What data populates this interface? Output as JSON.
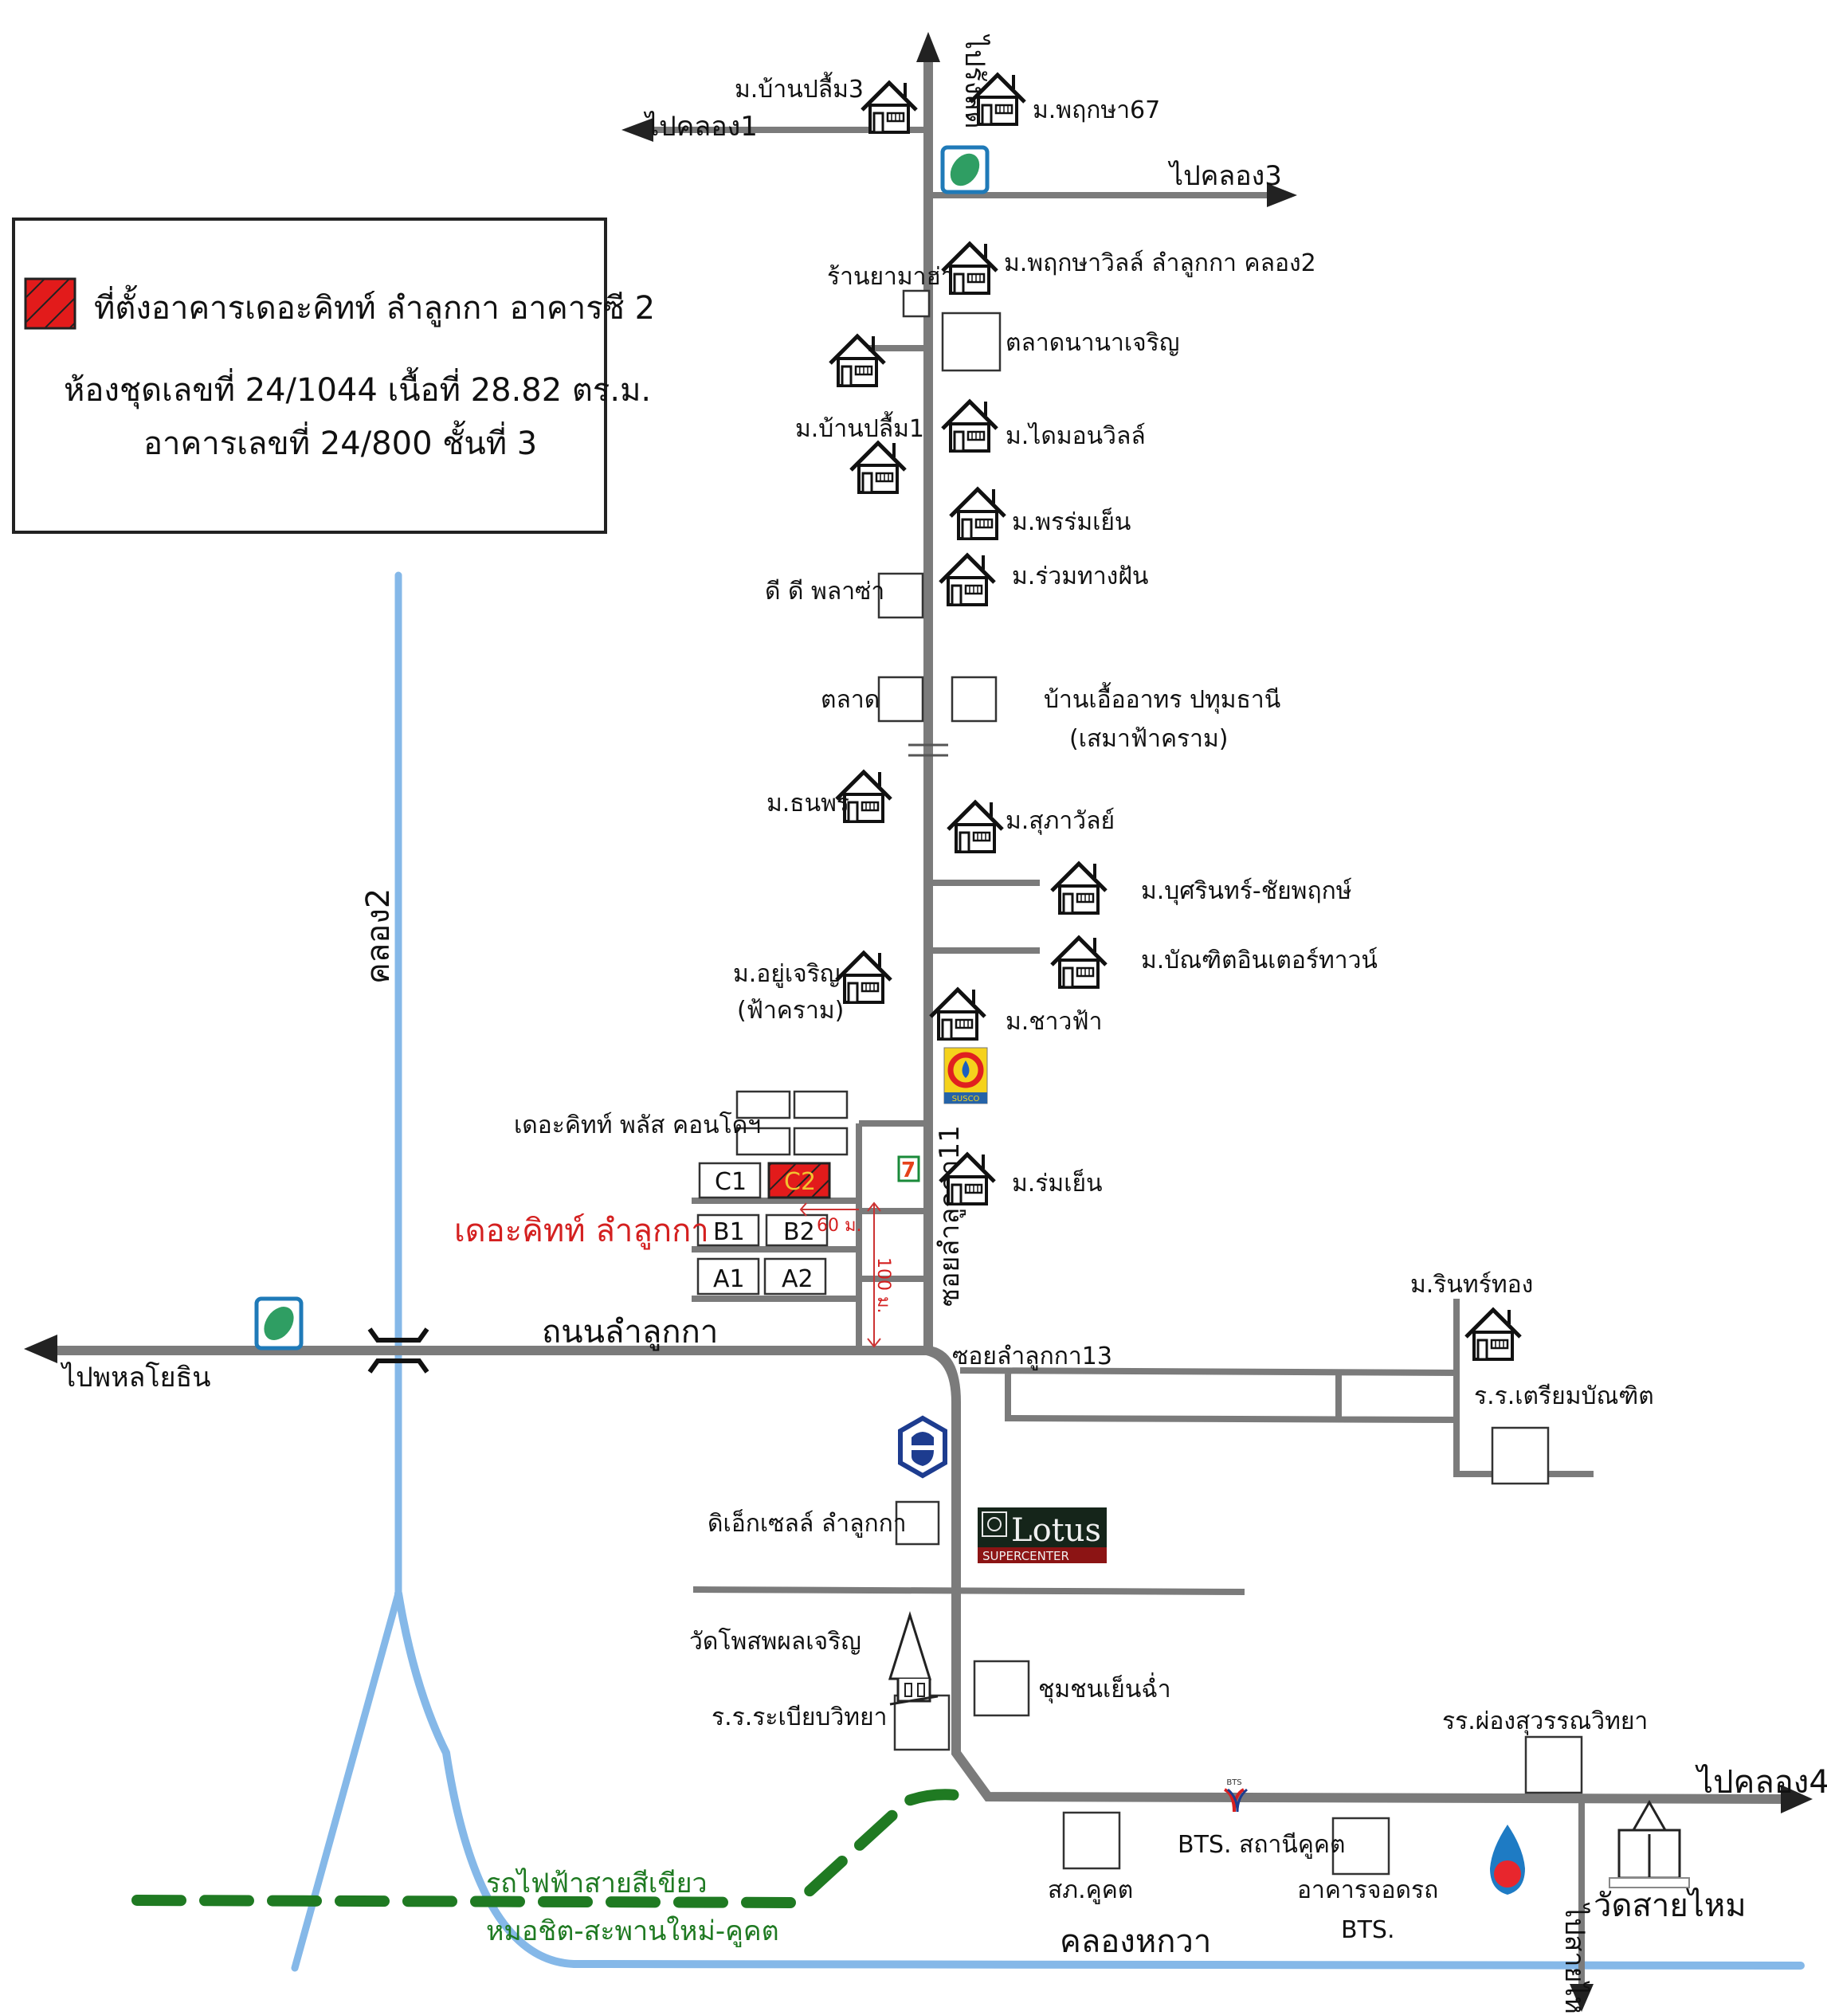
{
  "legend": {
    "marker_color": "#e21b1b",
    "title": "ที่ตั้งอาคารเดอะคิทท์ ลำลูกกา อาคารซี 2",
    "line2": "ห้องชุดเลขที่ 24/1044    เนื้อที่ 28.82 ตร.ม.",
    "line3": "อาคารเลขที่ 24/800   ชั้นที่ 3"
  },
  "directions": {
    "north": "ไปรังสิต",
    "khlong1": "ไปคลอง1",
    "khlong3": "ไปคลอง3",
    "phahon": "ไปพหลโยธิน",
    "khlong4": "ไปคลอง4",
    "saimai": "ไปสายไหม"
  },
  "roads": {
    "lamlukka": "ถนนลำลูกกา",
    "soi11": "ซอยลำลูกกา11",
    "soi13": "ซอยลำลูกกา13"
  },
  "water": {
    "khlong2": "คลอง2",
    "khlong_hok_wa": "คลองหกวา"
  },
  "train": {
    "line1": "รถไฟฟ้าสายสีเขียว",
    "line2": "หมอชิต-สะพานใหม่-คูคต",
    "color": "#1f7a22"
  },
  "places": {
    "ban_plem3": "ม.บ้านปลื้ม3",
    "pruksa67": "ม.พฤกษา67",
    "pruksa_ville": "ม.พฤกษาวิลล์ ลำลูกกา คลอง2",
    "mahar_pharmacy": "ร้านยามาฮ่า",
    "nana_market": "ตลาดนานาเจริญ",
    "ban_plem1": "ม.บ้านปลื้ม1",
    "diamond_ville": "ม.ไดมอนวิลล์",
    "pornromyen": "ม.พรร่มเย็น",
    "ruamtangfan": "ม.ร่วมทางฝัน",
    "dd_plaza": "ดี ดี พลาซ่า",
    "market": "ตลาด",
    "ban_uea_athon": "บ้านเอื้ออาทร ปทุมธานี",
    "ban_uea_athon_sub": "(เสมาฟ้าคราม)",
    "thanaporn": "ม.ธนพร",
    "supawan": "ม.สุภาวัลย์",
    "busarin": "ม.บุศรินทร์-ชัยพฤกษ์",
    "bundit_intertown": "ม.บัณฑิตอินเตอร์ทาวน์",
    "yoocharoen": "ม.อยู่เจริญ",
    "yoocharoen_sub": "(ฟ้าคราม)",
    "chaofa": "ม.ชาวฟ้า",
    "romyen": "ม.ร่มเย็น",
    "kith_plus": "เดอะคิทท์ พลัส คอนโดฯ",
    "kith_lamlukka": "เดอะคิทท์ ลำลูกกา",
    "rinthong": "ม.รินทร์ทอง",
    "triam_bundit": "ร.ร.เตรียมบัณฑิต",
    "big_c": "ดิเอ็กเซลล์ ลำลูกกา",
    "wat_phot": "วัดโพสพผลเจริญ",
    "rabiab_school": "ร.ร.ระเบียบวิทยา",
    "yennam": "ชุมชนเย็นฉ่ำ",
    "phongsuwan": "รร.ผ่องสุวรรณวิทยา",
    "police": "สภ.คูคต",
    "bts_station": "BTS. สถานีคูคต",
    "bts_parking": "อาคารจอดรถ",
    "bts_parking_sub": "BTS.",
    "wat_saimai": "วัดสายไหม"
  },
  "buildings": {
    "c1": "C1",
    "c2": "C2",
    "b1": "B1",
    "b2": "B2",
    "a1": "A1",
    "a2": "A2"
  },
  "distances": {
    "width": "60 ม.",
    "depth": "100 ม."
  },
  "logos": {
    "lotus": "Lotus",
    "lotus_sub": "SUPERCENTER",
    "susco": "SUSCO",
    "bts": "BTS",
    "seven": "7"
  }
}
